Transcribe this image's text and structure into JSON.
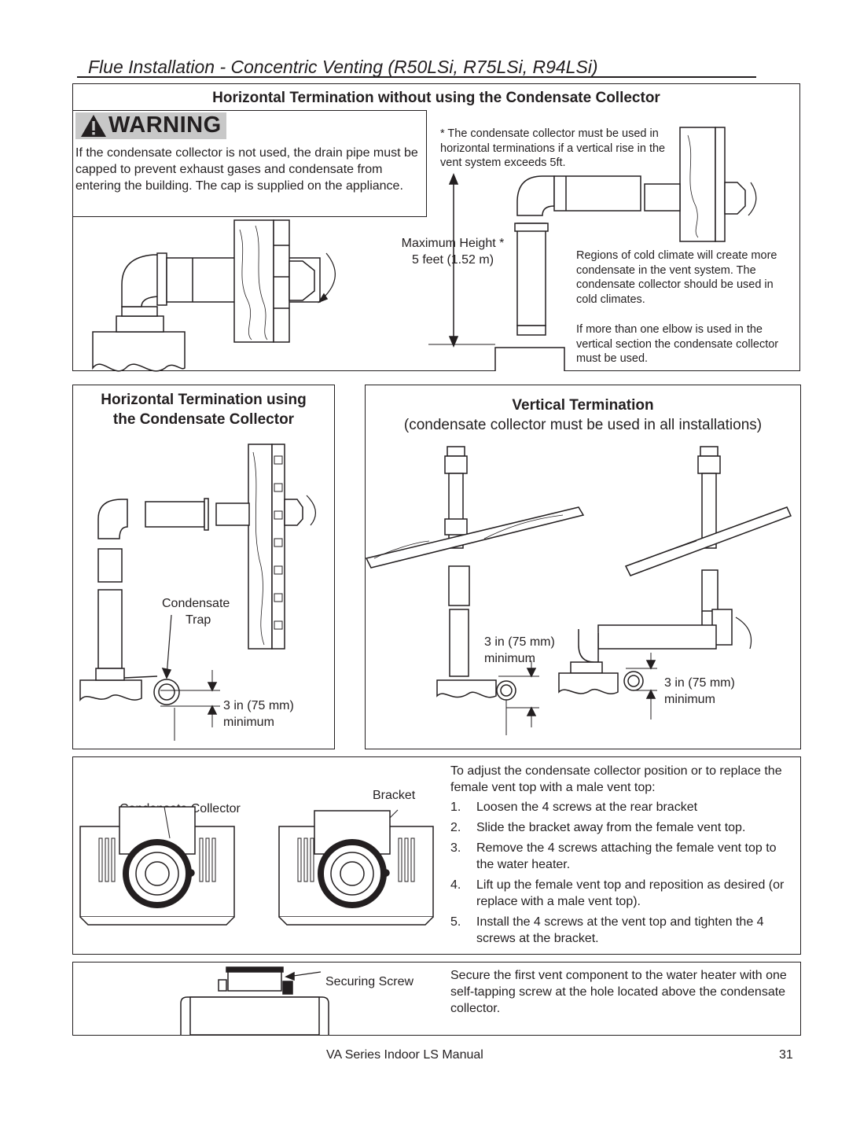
{
  "page": {
    "title": "Flue Installation - Concentric Venting (R50LSi, R75LSi, R94LSi)",
    "footer_manual": "VA Series Indoor LS Manual",
    "page_number": "31"
  },
  "horizontal_no_collector": {
    "heading": "Horizontal Termination without using the Condensate Collector",
    "warning_label": "WARNING",
    "warning_text": "If the condensate collector is not used, the drain pipe must be capped to prevent exhaust gases and condensate from entering the building.  The cap is supplied on the appliance.",
    "note_vertical_rise": "* The condensate collector must be used in horizontal terminations if a vertical rise in the vent system exceeds 5ft.",
    "max_height_label": "Maximum Height *",
    "max_height_value": "5 feet (1.52 m)",
    "cold_climate_note": "Regions of cold climate will create more condensate in the vent system. The condensate collector should be used in cold climates.",
    "elbow_note": "If more than one elbow is used in the vertical section the condensate collector must be used."
  },
  "horizontal_with_collector": {
    "heading_line1": "Horizontal Termination using",
    "heading_line2": "the Condensate Collector",
    "trap_label_line1": "Condensate",
    "trap_label_line2": "Trap",
    "min_line1": "3 in (75 mm)",
    "min_line2": "minimum"
  },
  "vertical": {
    "heading": "Vertical Termination",
    "subheading": "(condensate collector must be used in all installations)",
    "min_left_line1": "3 in (75 mm)",
    "min_left_line2": "minimum",
    "min_right_line1": "3 in (75 mm)",
    "min_right_line2": "minimum"
  },
  "collector_adjust": {
    "label_collector": "Condensate Collector",
    "label_bracket": "Bracket",
    "intro": "To adjust the condensate collector position or to replace the female vent top with a male vent top:",
    "steps": [
      {
        "n": "1.",
        "text": "Loosen the 4 screws at the rear bracket"
      },
      {
        "n": "2.",
        "text": "Slide the bracket away from the female vent top."
      },
      {
        "n": "3.",
        "text": "Remove the 4 screws attaching the female vent top to the water heater."
      },
      {
        "n": "4.",
        "text": "Lift up the female vent top and reposition as desired (or replace with a male vent top)."
      },
      {
        "n": "5.",
        "text": "Install the 4 screws at the vent top and tighten the 4 screws at the bracket."
      }
    ]
  },
  "securing": {
    "label": "Securing Screw",
    "text": "Secure the first vent component to the water heater with one self-tapping screw at the hole located above the condensate collector."
  },
  "icons": {
    "warning": "warning-triangle-icon"
  },
  "colors": {
    "ink": "#231f20",
    "warning_bg": "#c8c8c8"
  }
}
